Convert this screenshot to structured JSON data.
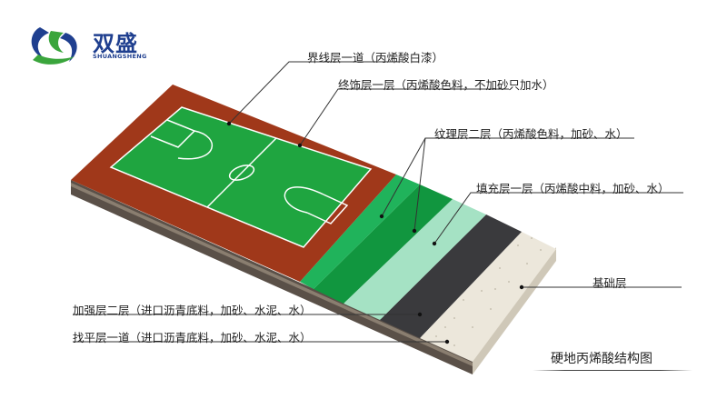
{
  "logo": {
    "name": "双盛",
    "subtitle": "SHUANGSHENG",
    "colors": {
      "blue": "#1f3f8f",
      "green": "#3aa53c"
    }
  },
  "diagram": {
    "title": "硬地丙烯酸结构图",
    "labels": {
      "boundary_line": "界线层一道（丙烯酸白漆）",
      "finish_layer": "终饰层一层（丙烯酸色料，不加砂只加水）",
      "texture_layer": "纹理层二层（丙烯酸色料，加砂、水）",
      "filler_layer": "填充层一层（丙烯酸中料，加砂、水）",
      "base_layer": "基础层",
      "reinforce_layer": "加强层二层（进口沥青底料，加砂、水泥、水）",
      "leveling_layer": "找平层一道（进口沥青底料，加砂、水泥、水）"
    },
    "colors": {
      "court_green": "#1fa540",
      "court_border": "#a0381a",
      "texture_green_light": "#20b35b",
      "texture_green_dark": "#11963f",
      "filler": "#a5e2c4",
      "reinforce": "#3a3a3d",
      "base": "#ece7db",
      "line_white": "#ffffff"
    }
  }
}
